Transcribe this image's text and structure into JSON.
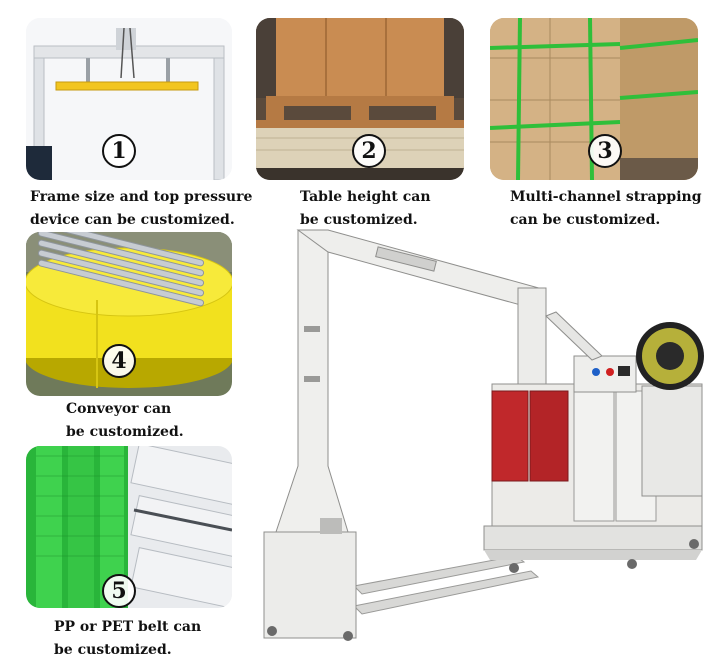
{
  "features": [
    {
      "num": "1",
      "line1": "Frame size and top pressure",
      "line2": "device can be customized."
    },
    {
      "num": "2",
      "line1": "Table height can",
      "line2": "be customized."
    },
    {
      "num": "3",
      "line1": "Multi-channel strapping",
      "line2": "can be customized."
    },
    {
      "num": "4",
      "line1": "Conveyor can",
      "line2": "be customized."
    },
    {
      "num": "5",
      "line1": "PP or PET belt can",
      "line2": "be customized."
    }
  ],
  "colors": {
    "frame": "#e7e7e7",
    "pressure_bar": "#f2c51f",
    "wood": "#c9935a",
    "conveyor_yellow": "#f2e11e",
    "strap_green": "#2fbf3a",
    "machine_body": "#ececea",
    "machine_red": "#c0282b"
  }
}
